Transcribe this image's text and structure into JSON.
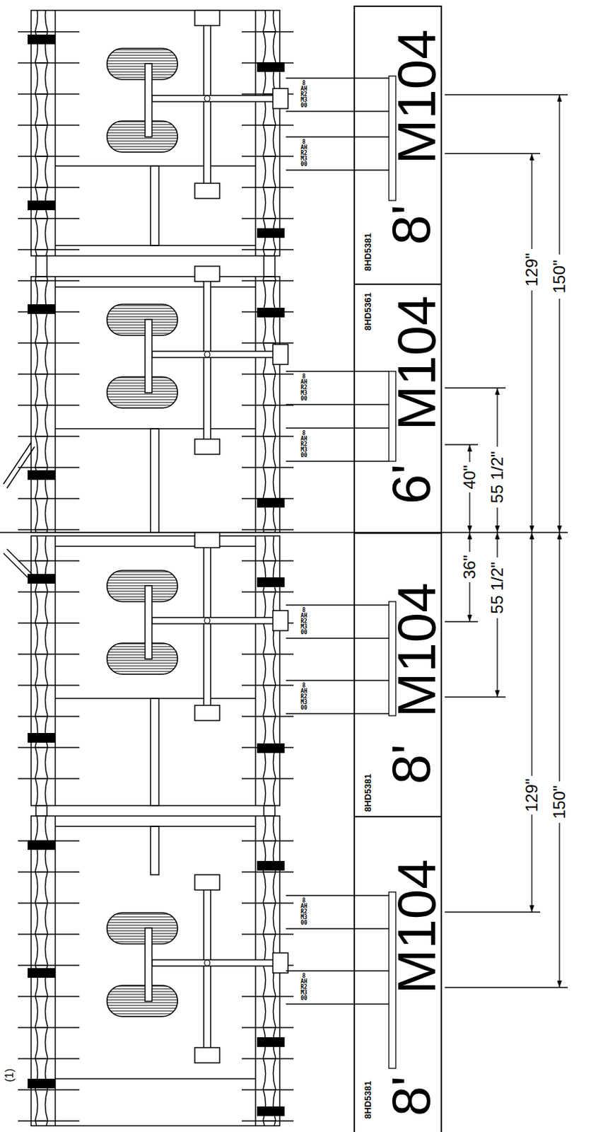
{
  "diagram": {
    "nodes": [
      {
        "text": [
          "8'",
          "M104"
        ]
      },
      {
        "text": [
          "6'",
          "M104"
        ]
      },
      {
        "text": [
          "8'",
          "M104"
        ]
      },
      {
        "text": [
          "8'",
          "M104"
        ]
      }
    ],
    "labels": [
      "8HD5381",
      "8HD5361",
      "8HD5381",
      "8HD5381",
      "8 AH R2 M3 00",
      "8 AH R2 M3 00",
      "8 AH R2 M3 00",
      "8 AH R2 M3 00",
      "8 AH R2 M3 00",
      "8 AH R2 M3 00",
      "8 AH R2 M3 00",
      "8 AH R2 M3 00",
      "129\"",
      "150\"",
      "40\"",
      "55 1/2\"",
      "36\"",
      "55 1/2\"",
      "129\"",
      "150\"",
      "(1)"
    ]
  }
}
